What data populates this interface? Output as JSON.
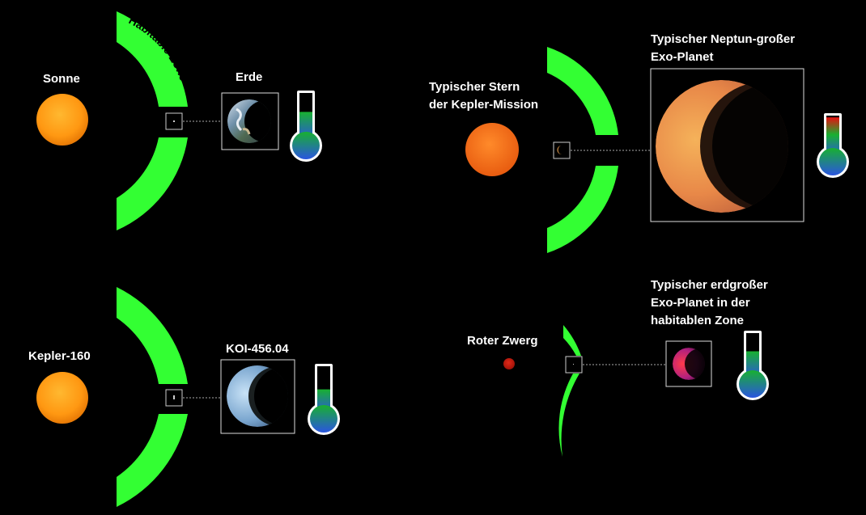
{
  "colors": {
    "background": "#000000",
    "zone_green": "#33ff33",
    "sun_orange": "#ff9a1a",
    "red_dwarf": "#cc1a10",
    "thermo_hot": "#e81010",
    "thermo_mid": "#18b030",
    "thermo_cold": "#2a55e0"
  },
  "systems": [
    {
      "star_label": "Sonne",
      "zone_label": "Habitable Zone",
      "planet_label": "Erde",
      "temperature_level": 0.55,
      "planet_kind": "earth-image"
    },
    {
      "star_label_line1": "Typischer Stern",
      "star_label_line2": "der Kepler-Mission",
      "planet_label_line1": "Typischer Neptun-großer",
      "planet_label_line2": "Exo-Planet",
      "temperature_level": 0.95,
      "planet_kind": "hot-neptune-image"
    },
    {
      "star_label": "Kepler-160",
      "planet_label": "KOI-456.04",
      "temperature_level": 0.45,
      "planet_kind": "cold-planet-image"
    },
    {
      "star_label": "Roter Zwerg",
      "planet_label_line1": "Typischer erdgroßer",
      "planet_label_line2": "Exo-Planet in der",
      "planet_label_line3": "habitablen Zone",
      "temperature_level": 0.55,
      "planet_kind": "red-lit-planet-image"
    }
  ]
}
